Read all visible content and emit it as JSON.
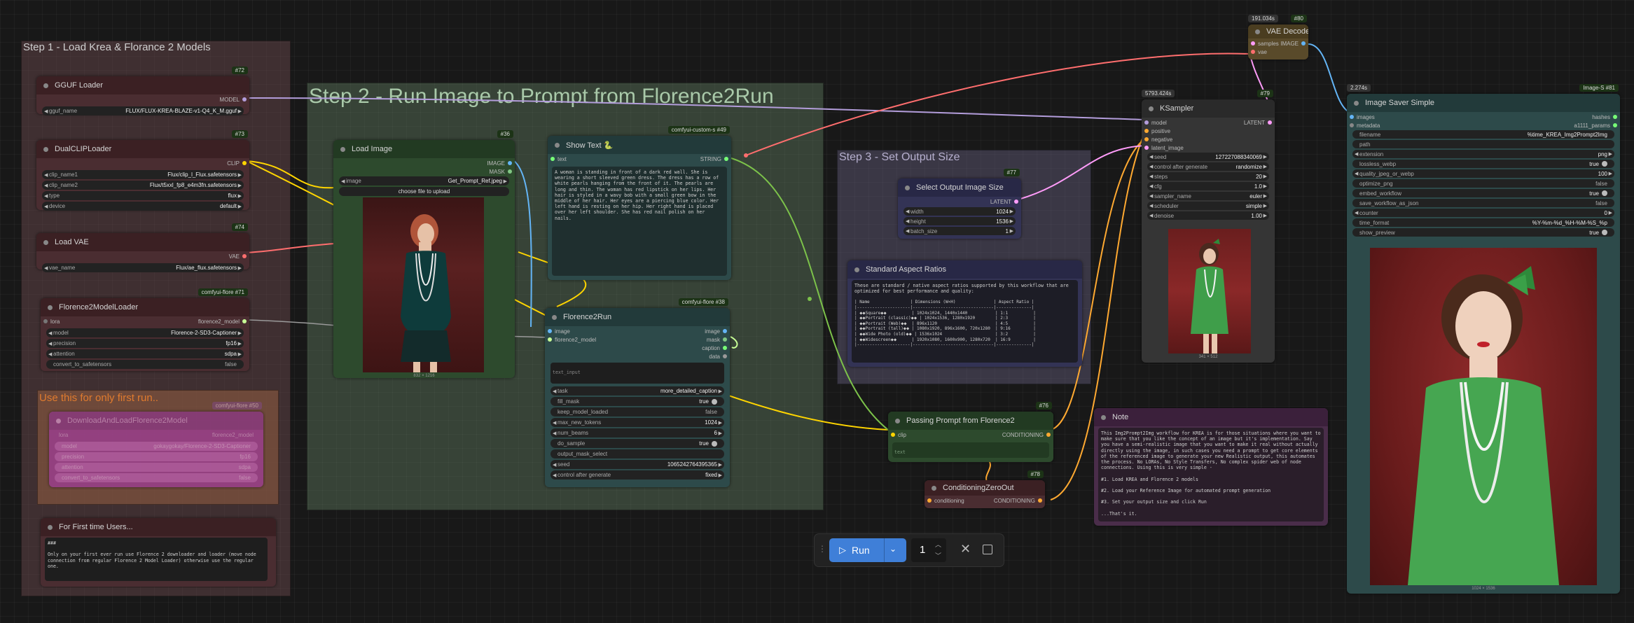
{
  "groups": {
    "step1": {
      "title": "Step 1 - Load Krea & Florance 2 Models"
    },
    "step2": {
      "title": "Step 2 - Run Image to Prompt from Florence2Run"
    },
    "step3": {
      "title": "Step 3 - Set Output Size"
    },
    "firstrun": {
      "title": "Use this for only first run.."
    }
  },
  "nodes": {
    "gguf_loader": {
      "badge": "#72",
      "title": "GGUF Loader",
      "out": "MODEL",
      "w_label": "gguf_name",
      "w_value": "FLUX/FLUX-KREA-BLAZE-v1-Q4_K_M.gguf"
    },
    "dual_clip": {
      "badge": "#73",
      "title": "DualCLIPLoader",
      "out": "CLIP",
      "widgets": [
        {
          "label": "clip_name1",
          "value": "Flux/clip_l_Flux.safetensors"
        },
        {
          "label": "clip_name2",
          "value": "Flux/t5xxl_fp8_e4m3fn.safetensors"
        },
        {
          "label": "type",
          "value": "flux"
        },
        {
          "label": "device",
          "value": "default"
        }
      ]
    },
    "load_vae": {
      "badge": "#74",
      "title": "Load VAE",
      "out": "VAE",
      "w_label": "vae_name",
      "w_value": "Flux/ae_flux.safetensors"
    },
    "florence_loader": {
      "badge": "comfyui-flore #71",
      "title": "Florence2ModelLoader",
      "in": "lora",
      "out": "florence2_model",
      "widgets": [
        {
          "label": "model",
          "value": "Florence-2-SD3-Captioner"
        },
        {
          "label": "precision",
          "value": "fp16"
        },
        {
          "label": "attention",
          "value": "sdpa"
        },
        {
          "label": "convert_to_safetensors",
          "value": "false"
        }
      ]
    },
    "downloader": {
      "badge": "comfyui-flore #50",
      "title": "DownloadAndLoadFlorence2Model",
      "in": "lora",
      "out": "florence2_model",
      "widgets": [
        {
          "label": "model",
          "value": "gokaygokay/Florence-2-SD3-Captioner"
        },
        {
          "label": "precision",
          "value": "fp16"
        },
        {
          "label": "attention",
          "value": "sdpa"
        },
        {
          "label": "convert_to_safetensors",
          "value": "false"
        }
      ]
    },
    "first_time": {
      "title": "For First time Users...",
      "text": "###\n\nOnly on your first ever run use Florence 2 downloader and loader (move node connection from regular Florence 2 Model Loader) otherwise use the regular one."
    },
    "load_image": {
      "badge": "#36",
      "title": "Load Image",
      "out1": "IMAGE",
      "out2": "MASK",
      "w_label": "image",
      "w_value": "Get_Prompt_Ref.jpeg",
      "upload": "choose file to upload",
      "dims": "832 × 1216"
    },
    "show_text": {
      "badge": "comfyui-custom-s #49",
      "title": "Show Text 🐍",
      "in": "text",
      "out": "STRING",
      "text": "A woman is standing in front of a dark red wall. She is wearing a short sleeved green dress. The dress has a row of white pearls hanging from the front of it. The pearls are long and thin. The woman has red lipstick on her lips. Her hair is styled in a wavy bob with a small green bow in the middle of her hair. Her eyes are a piercing blue color. Her left hand is resting on her hip. Her right hand is placed over her left shoulder. She has red nail polish on her nails."
    },
    "florence_run": {
      "badge": "comfyui-flore #38",
      "title": "Florence2Run",
      "inputs": [
        "image",
        "florence2_model"
      ],
      "outputs": [
        "image",
        "mask",
        "caption",
        "data"
      ],
      "text_placeholder": "text_input",
      "widgets": [
        {
          "label": "task",
          "value": "more_detailed_caption"
        },
        {
          "label": "fill_mask",
          "value": "true"
        },
        {
          "label": "keep_model_loaded",
          "value": "false"
        },
        {
          "label": "max_new_tokens",
          "value": "1024"
        },
        {
          "label": "num_beams",
          "value": "6"
        },
        {
          "label": "do_sample",
          "value": "true"
        },
        {
          "label": "output_mask_select",
          "value": ""
        },
        {
          "label": "seed",
          "value": "1065242764395365"
        },
        {
          "label": "control after generate",
          "value": "fixed"
        }
      ]
    },
    "output_size": {
      "badge": "#77",
      "title": "Select Output Image Size",
      "out": "LATENT",
      "widgets": [
        {
          "label": "width",
          "value": "1024"
        },
        {
          "label": "height",
          "value": "1536"
        },
        {
          "label": "batch_size",
          "value": "1"
        }
      ]
    },
    "aspect": {
      "title": "Standard Aspect Ratios",
      "intro": "These are standard / native aspect ratios supported by this workflow that are optimized for best performance and quality:",
      "table": "| Name                | Dimensions (W×H)               | Aspect Ratio |\n|---------------------|--------------------------------|--------------|\n| ⬥⬥Square⬥⬥          | 1024x1024, 1440x1440           | 1:1          |\n| ⬥⬥Portrait (classic)⬥⬥ | 1024x1536, 1280x1920        | 2:3          |\n| ⬥⬥Portrait (Web)⬥⬥  | 896x1120                       | 4:5          |\n| ⬥⬥Portrait (tall)⬥⬥ | 1080x1920, 896x1600, 720x1280  | 9:16         |\n| ⬥⬥Wide Photo (old)⬥⬥ | 1536x1024                     | 3:2          |\n| ⬥⬥Widescreen⬥⬥      | 1920x1080, 1600x900, 1280x720  | 16:9         |\n|---------------------|--------------------------------|--------------|"
    },
    "passing_prompt": {
      "badge": "#76",
      "title": "Passing Prompt from Florence2",
      "in": "clip",
      "out": "CONDITIONING",
      "placeholder": "text"
    },
    "czero": {
      "badge": "#78",
      "title": "ConditioningZeroOut",
      "in": "conditioning",
      "out": "CONDITIONING"
    },
    "vae_decode": {
      "badge": "#80",
      "time": "191.034s",
      "title": "VAE Decode",
      "in1": "samples",
      "in2": "vae",
      "out": "IMAGE"
    },
    "ksampler": {
      "badge": "#79",
      "time": "5793.424s",
      "title": "KSampler",
      "out": "LATENT",
      "inputs": [
        "model",
        "positive",
        "negative",
        "latent_image"
      ],
      "widgets": [
        {
          "label": "seed",
          "value": "127227088340069"
        },
        {
          "label": "control after generate",
          "value": "randomize"
        },
        {
          "label": "steps",
          "value": "20"
        },
        {
          "label": "cfg",
          "value": "1.0"
        },
        {
          "label": "sampler_name",
          "value": "euler"
        },
        {
          "label": "scheduler",
          "value": "simple"
        },
        {
          "label": "denoise",
          "value": "1.00"
        }
      ],
      "dims": "341 × 512"
    },
    "note": {
      "title": "Note",
      "text": "This Img2Prompt2Img workflow for KREA is for those situations where you want to make sure that you like the concept of an image but it's implementation. Say you have a semi-realistic image that you want to make it real without actually directly using the image, in such cases you need a prompt to get core elements of the referenced image to generate your new Realistic output, this automates the process. No LORAs, No Style Transfers, No complex spider web of node connections. Using this is very simple -\n\n#1. Load KREA and Florence 2 models\n\n#2. Load your Reference Image for automated prompt generation\n\n#3. Set your output size and click Run\n\n...That's it."
    },
    "saver": {
      "badge": "Image-S #81",
      "time": "2.274s",
      "title": "Image Saver Simple",
      "inputs": [
        "images",
        "metadata"
      ],
      "outputs": [
        "hashes",
        "a1111_params"
      ],
      "widgets": [
        {
          "label": "filename",
          "value": "%time_KREA_Img2Prompt2Img"
        },
        {
          "label": "path",
          "value": ""
        },
        {
          "label": "extension",
          "value": "png"
        },
        {
          "label": "lossless_webp",
          "value": "true"
        },
        {
          "label": "quality_jpeg_or_webp",
          "value": "100"
        },
        {
          "label": "optimize_png",
          "value": "false"
        },
        {
          "label": "embed_workflow",
          "value": "true"
        },
        {
          "label": "save_workflow_as_json",
          "value": "false"
        },
        {
          "label": "counter",
          "value": "0"
        },
        {
          "label": "time_format",
          "value": "%Y-%m-%d_%H-%M-%S_%p"
        },
        {
          "label": "show_preview",
          "value": "true"
        }
      ],
      "dims": "1024 × 1536"
    }
  },
  "runbar": {
    "run_label": "Run",
    "batch_count": "1"
  },
  "colors": {
    "model": "#b39ddb",
    "clip": "#ffd500",
    "vae": "#ff6e6e",
    "conditioning": "#ffa931",
    "latent": "#ff9cf9",
    "image": "#64b5f6",
    "string": "#77ff77",
    "florence": "#c8ff96"
  }
}
